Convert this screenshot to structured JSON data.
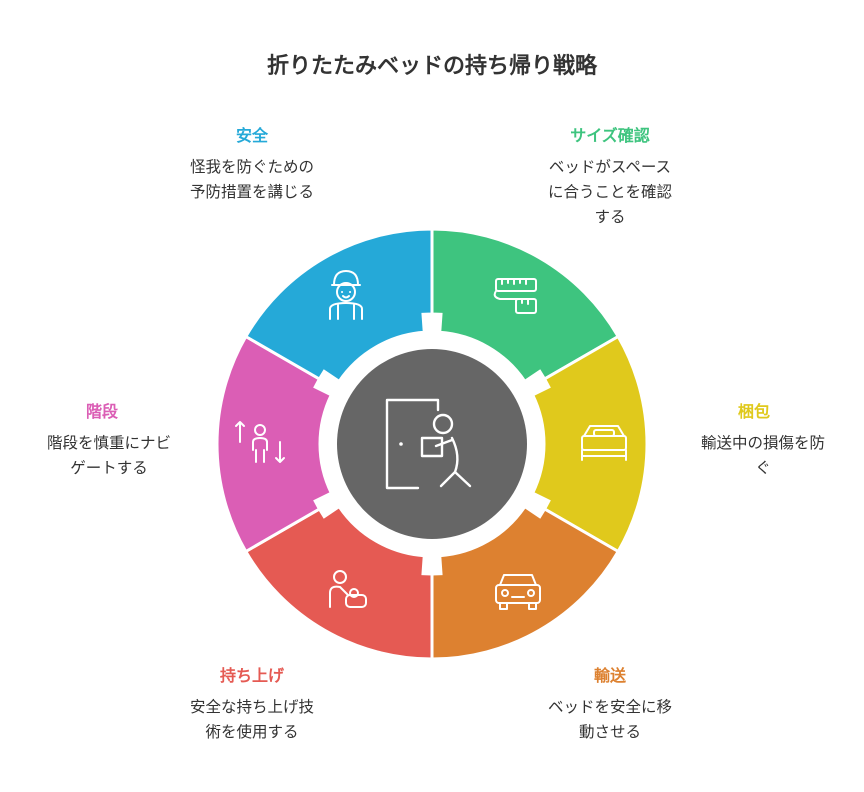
{
  "title": "折りたたみベッドの持ち帰り戦略",
  "center": {
    "icon": "person-carrying-box-through-door-icon",
    "color": "#666666"
  },
  "segments": [
    {
      "id": "size",
      "title": "サイズ確認",
      "desc_lines": [
        "ベッドがスペース",
        "に合うことを確認",
        "する"
      ],
      "color": "#3ec47f",
      "icon": "measuring-tape-icon"
    },
    {
      "id": "pack",
      "title": "梱包",
      "desc_lines": [
        "輸送中の損傷を防",
        "ぐ"
      ],
      "color": "#e0c91c",
      "icon": "bed-icon"
    },
    {
      "id": "move",
      "title": "輸送",
      "desc_lines": [
        "ベッドを安全に移",
        "動させる"
      ],
      "color": "#dd8130",
      "icon": "car-icon"
    },
    {
      "id": "lift",
      "title": "持ち上げ",
      "desc_lines": [
        "安全な持ち上げ技",
        "術を使用する"
      ],
      "color": "#e55a53",
      "icon": "person-lifting-icon"
    },
    {
      "id": "stairs",
      "title": "階段",
      "desc_lines": [
        "階段を慎重にナビ",
        "ゲートする"
      ],
      "color": "#db5eb5",
      "icon": "person-up-down-arrows-icon"
    },
    {
      "id": "safety",
      "title": "安全",
      "desc_lines": [
        "怪我を防ぐための",
        "予防措置を講じる"
      ],
      "color": "#25a9d8",
      "icon": "worker-helmet-icon"
    }
  ]
}
